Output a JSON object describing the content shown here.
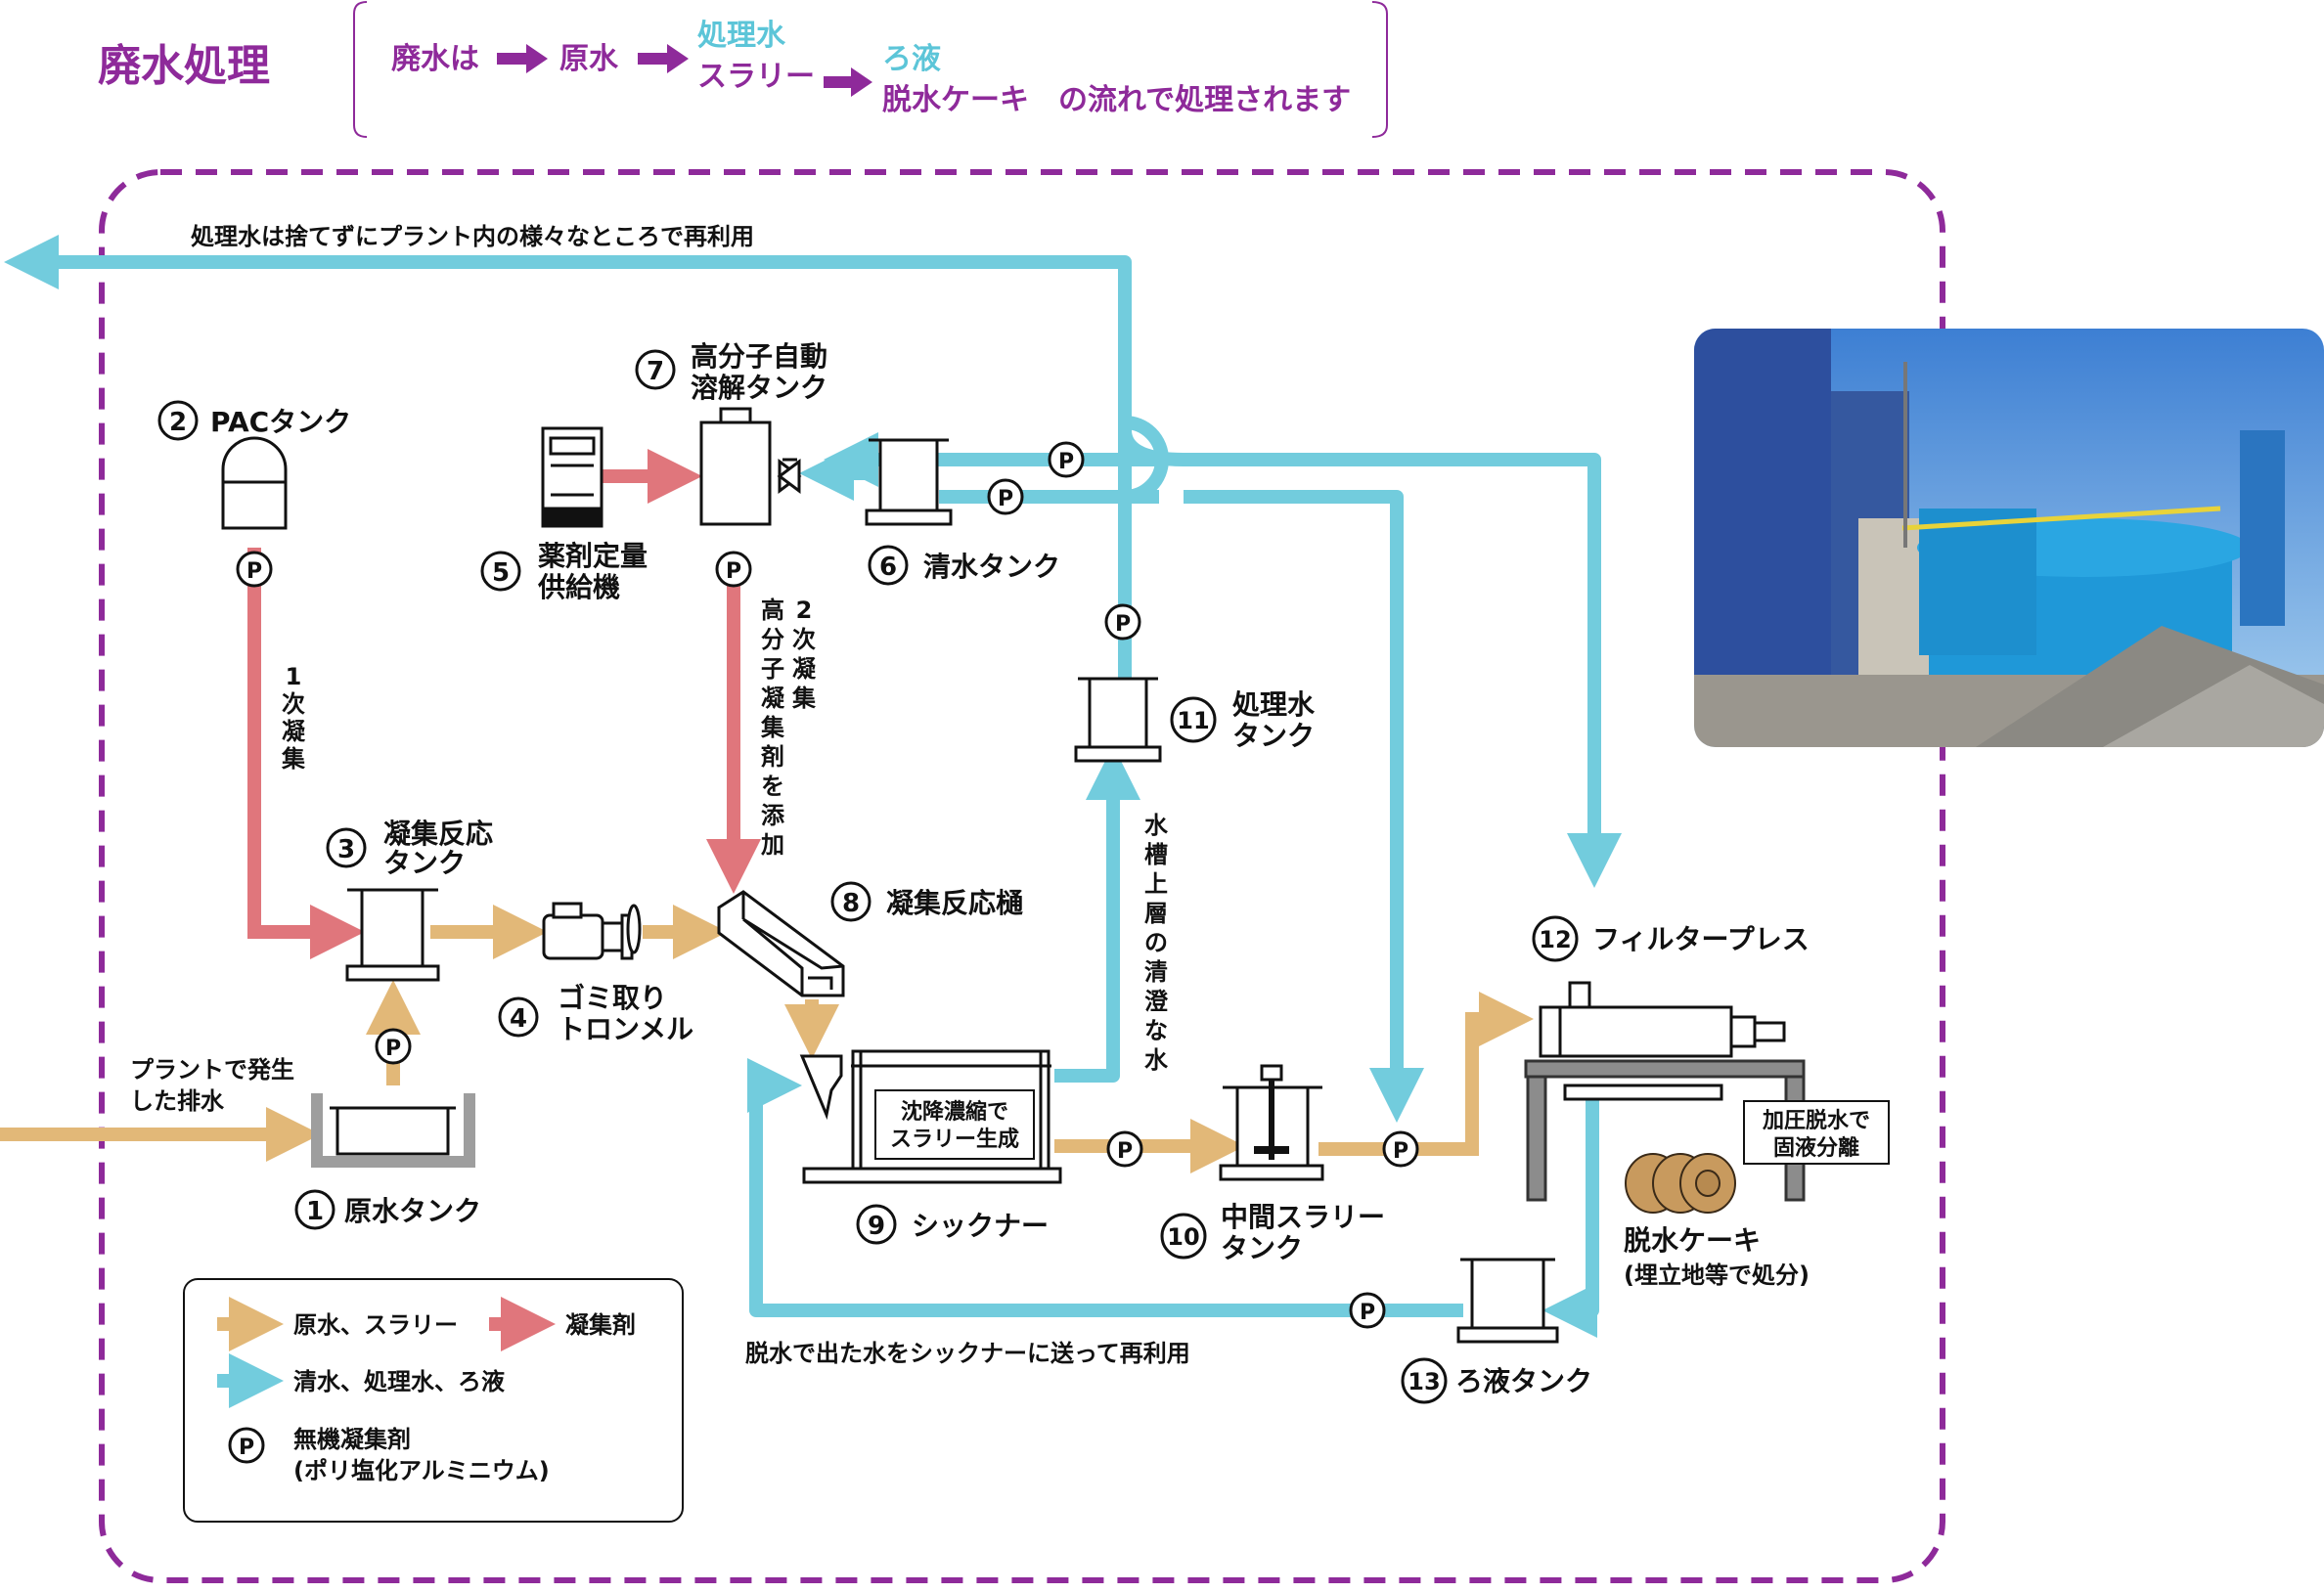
{
  "header": {
    "title": "廃水処理",
    "flow_start": "廃水は",
    "flow_raw": "原水",
    "flow_treated_1": "処理水",
    "flow_treated_2": "スラリー",
    "flow_filtrate_1": "ろ液",
    "flow_filtrate_2": "脱水ケーキ",
    "flow_end": "の流れで処理されます"
  },
  "notes": {
    "reuse_top": "処理水は捨てずにプラント内の様々なところで再利用",
    "reuse_bottom": "脱水で出た水をシックナーに送って再利用",
    "plant_water_1": "プラントで発生",
    "plant_water_2": "した排水",
    "first_coag": [
      "1",
      "次",
      "凝",
      "集"
    ],
    "second_coag_a": [
      "2",
      "次",
      "凝",
      "集"
    ],
    "second_coag_b": [
      "高",
      "分",
      "子",
      "凝",
      "集",
      "剤",
      "を",
      "添",
      "加"
    ],
    "clear_water": [
      "水",
      "槽",
      "上",
      "層",
      "の",
      "清",
      "澄",
      "な",
      "水"
    ],
    "thickener_box": [
      "沈降濃縮で",
      "スラリー生成"
    ],
    "press_box": [
      "加圧脱水で",
      "固液分離"
    ],
    "cake_label": "脱水ケーキ",
    "cake_sub": "(埋立地等で処分)"
  },
  "components": [
    {
      "num": "1",
      "label": "原水タンク"
    },
    {
      "num": "2",
      "label": "PACタンク"
    },
    {
      "num": "3",
      "label": "凝集反応",
      "label2": "タンク"
    },
    {
      "num": "4",
      "label": "ゴミ取り",
      "label2": "トロンメル"
    },
    {
      "num": "5",
      "label": "薬剤定量",
      "label2": "供給機"
    },
    {
      "num": "6",
      "label": "清水タンク"
    },
    {
      "num": "7",
      "label": "高分子自動",
      "label2": "溶解タンク"
    },
    {
      "num": "8",
      "label": "凝集反応樋"
    },
    {
      "num": "9",
      "label": "シックナー"
    },
    {
      "num": "10",
      "label": "中間スラリー",
      "label2": "タンク"
    },
    {
      "num": "11",
      "label": "処理水",
      "label2": "タンク"
    },
    {
      "num": "12",
      "label": "フィルタープレス"
    },
    {
      "num": "13",
      "label": "ろ液タンク"
    }
  ],
  "pump_symbol": "P",
  "legend": {
    "raw_slurry": "原水、スラリー",
    "coagulant": "凝集剤",
    "clear_water": "清水、処理水、ろ液",
    "pump_label": "無機凝集剤",
    "pump_sub": "(ポリ塩化アルミニウム)"
  },
  "colors": {
    "accent_purple": "#8e2a9a",
    "water_blue": "#72ccdd",
    "slurry_tan": "#e2b878",
    "coagulant_red": "#e0767c"
  }
}
